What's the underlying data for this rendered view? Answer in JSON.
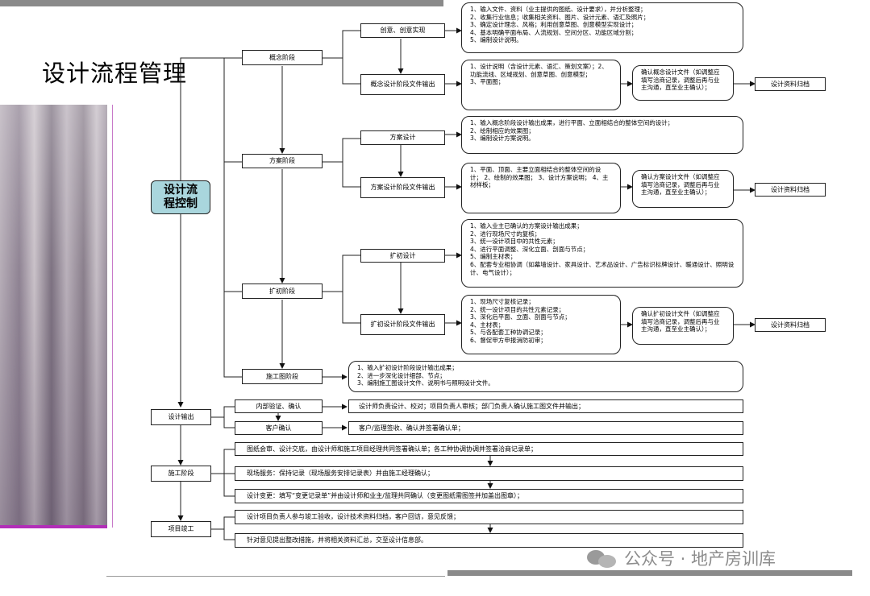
{
  "page": {
    "title": "设计流程管理"
  },
  "root": {
    "label": "设计流\n程控制"
  },
  "stages": [
    {
      "label": "概念阶段",
      "sub": [
        {
          "label": "创意、创意实现",
          "detail": "1、输入文件、资料（业主提供的图纸、设计要求），并分析整理；\n2、收集行业信息；收集相关资料、图片、设计元素、语汇及照片；\n3、确定设计理念、风格；利用创意草图、创意模型实现设计；\n4、基本明确平面布局、人流规划、空间分区、功能区域分割；\n5、编制设计说明。"
        },
        {
          "label": "概念设计阶段文件输出",
          "detail": "1、设计说明（含设计元素、语汇、策划文案）；2、\n功能流线、区域规划、创意草图、创意模型；\n3、平面图；",
          "confirm": "确认概念设计文件（如调整应填写洽商记录，调整后再与业主沟通，直至业主确认）；",
          "archive": "设计资料归档"
        }
      ]
    },
    {
      "label": "方案阶段",
      "sub": [
        {
          "label": "方案设计",
          "detail": "1、输入概念阶段设计输出成果，进行平面、立面相结合的整体空间的设计；\n2、绘制相应的效果图；\n3、编制设计方案说明。"
        },
        {
          "label": "方案设计阶段文件输出",
          "detail": "1、平面、顶面、主要立面相结合的整体空间的设计；\n2、绘制的效果图；\n3、设计方案说明；\n4、主材样板；",
          "confirm": "确认方案设计文件（如调整应填写洽商记录，调整后再与业主沟通，直至业主确认）；",
          "archive": "设计资料归档"
        }
      ]
    },
    {
      "label": "扩初阶段",
      "sub": [
        {
          "label": "扩初设计",
          "detail": "1、输入业主已确认的方案设计输出成果；\n2、进行现场尺寸的复核；\n3、统一设计项目中的共性元素；\n4、进行平面调整、深化立面、剖面与节点；\n5、编制主材表；\n6、配套专业相协调（如幕墙设计、家具设计、艺术品设计、广告标识标牌设计、暖通设计、照明设计、电气设计）；"
        },
        {
          "label": "扩初设计阶段文件输出",
          "detail": "1、现场尺寸复核记录；\n2、统一设计项目的共性元素记录；\n3、深化后平面、立面、剖面与节点；\n4、主材表；\n5、与各配套工种协调记录；\n6、督促甲方申报消防初审；",
          "confirm": "确认扩初设计文件（如调整应填写洽商记录，调整后再与业主沟通，直至业主确认）；",
          "archive": "设计资料归档"
        }
      ]
    },
    {
      "label": "施工图阶段",
      "detail": "1、输入扩初设计阶段设计输出成果；\n2、进一步深化设计细部、节点；\n3、编制施工图设计文件、说明书与照明设计文件。"
    }
  ],
  "output": {
    "label": "设计输出",
    "items": [
      {
        "label": "内部验证、确认",
        "detail": "设计师负责设计、校对；项目负责人审核；部门负责人确认施工图文件并输出；"
      },
      {
        "label": "客户确认",
        "detail": "客户/监理签收、确认并签署确认单；"
      }
    ]
  },
  "construction": {
    "label": "施工阶段",
    "items": [
      "图纸会审、设计交底，由设计师和施工项目经理共同签署确认单；各工种协调协调并签署洽商记录单；",
      "现场服务：保持记录（现场服务安排记录表）并由施工经理确认；",
      "设计变更：填写“变更记录单”并由设计师和业主/监理共同确认（变更图纸需图签并加盖出图章）；"
    ]
  },
  "completion": {
    "label": "项目竣工",
    "items": [
      "设计项目负责人参与竣工验收，设计技术资料归档，客户回访，意见反馈；",
      "针对意见提出整改措施，并将相关资料汇总，交至设计信息部。"
    ]
  },
  "watermark": {
    "text": "公众号 · 地产房训库"
  }
}
